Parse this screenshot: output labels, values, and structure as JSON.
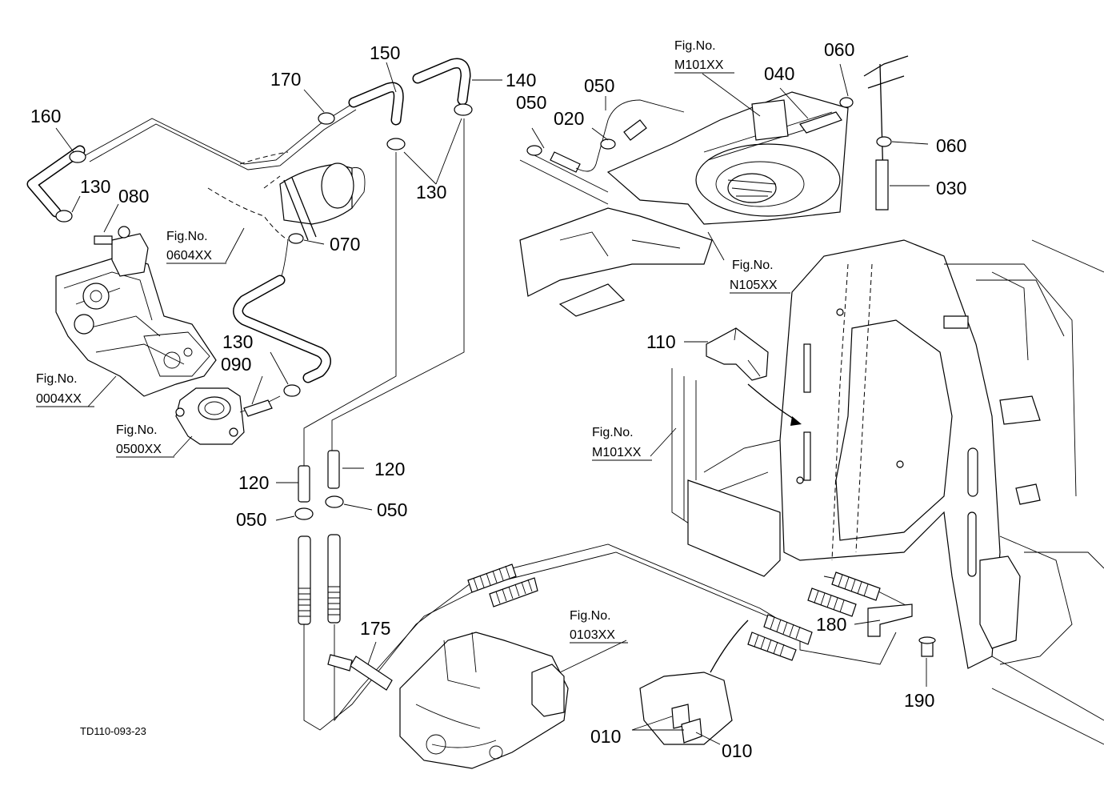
{
  "diagram": {
    "code": "TD110-093-23",
    "callouts": [
      {
        "id": "c150",
        "text": "150"
      },
      {
        "id": "c170",
        "text": "170"
      },
      {
        "id": "c140",
        "text": "140"
      },
      {
        "id": "c160",
        "text": "160"
      },
      {
        "id": "c130a",
        "text": "130"
      },
      {
        "id": "c080",
        "text": "080"
      },
      {
        "id": "c130b",
        "text": "130"
      },
      {
        "id": "c070",
        "text": "070"
      },
      {
        "id": "c130c",
        "text": "130"
      },
      {
        "id": "c090",
        "text": "090"
      },
      {
        "id": "c050a",
        "text": "050"
      },
      {
        "id": "c050b",
        "text": "050"
      },
      {
        "id": "c020",
        "text": "020"
      },
      {
        "id": "c040",
        "text": "040"
      },
      {
        "id": "c060a",
        "text": "060"
      },
      {
        "id": "c060b",
        "text": "060"
      },
      {
        "id": "c030",
        "text": "030"
      },
      {
        "id": "c110",
        "text": "110"
      },
      {
        "id": "c120a",
        "text": "120"
      },
      {
        "id": "c120b",
        "text": "120"
      },
      {
        "id": "c050c",
        "text": "050"
      },
      {
        "id": "c050d",
        "text": "050"
      },
      {
        "id": "c175",
        "text": "175"
      },
      {
        "id": "c180",
        "text": "180"
      },
      {
        "id": "c190",
        "text": "190"
      },
      {
        "id": "c010a",
        "text": "010"
      },
      {
        "id": "c010b",
        "text": "010"
      }
    ],
    "figure_refs": [
      {
        "id": "fM101a",
        "label": "Fig.No.",
        "code": "M101XX"
      },
      {
        "id": "f0604",
        "label": "Fig.No.",
        "code": "0604XX"
      },
      {
        "id": "f0004",
        "label": "Fig.No.",
        "code": "0004XX"
      },
      {
        "id": "f0500",
        "label": "Fig.No.",
        "code": "0500XX"
      },
      {
        "id": "fN105",
        "label": "Fig.No.",
        "code": "N105XX"
      },
      {
        "id": "fM101b",
        "label": "Fig.No.",
        "code": "M101XX"
      },
      {
        "id": "f0103",
        "label": "Fig.No.",
        "code": "0103XX"
      }
    ]
  }
}
